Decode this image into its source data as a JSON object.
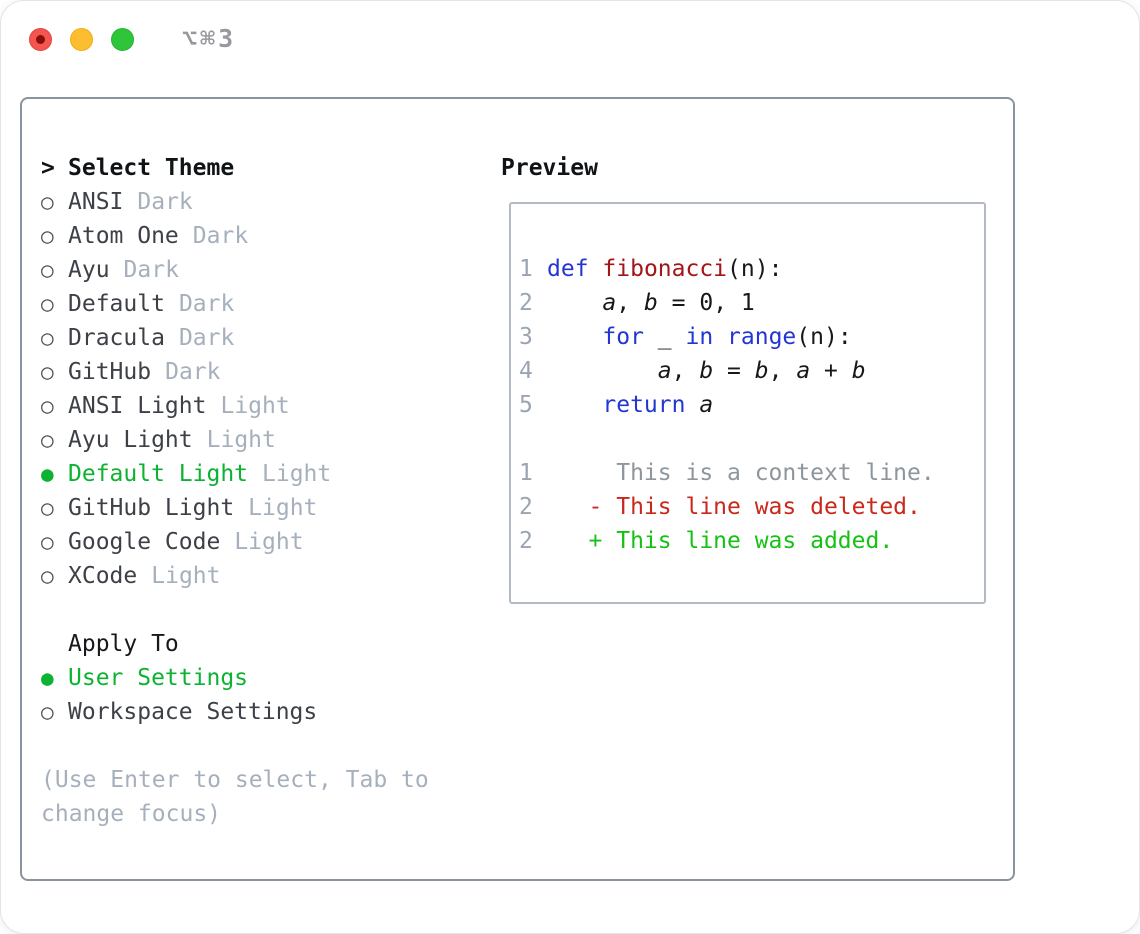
{
  "window": {
    "titlebar": {
      "shortcut": "⌥⌘3",
      "traffic_lights": [
        "close",
        "minimize",
        "zoom"
      ]
    }
  },
  "colors": {
    "selection_green": "#0db232",
    "added_green": "#15c214",
    "deleted_red": "#c9281a",
    "keyword_blue": "#2336d4",
    "function_red": "#a31517",
    "muted_gray": "#a6b0bc",
    "name_gray": "#3d4147",
    "line_number_gray": "#9aa5b1",
    "context_gray": "#8d959d"
  },
  "theme_picker": {
    "prompt": ">",
    "title": "Select Theme",
    "themes": [
      {
        "name": "ANSI",
        "variant": "Dark",
        "selected": false
      },
      {
        "name": "Atom One",
        "variant": "Dark",
        "selected": false
      },
      {
        "name": "Ayu",
        "variant": "Dark",
        "selected": false
      },
      {
        "name": "Default",
        "variant": "Dark",
        "selected": false
      },
      {
        "name": "Dracula",
        "variant": "Dark",
        "selected": false
      },
      {
        "name": "GitHub",
        "variant": "Dark",
        "selected": false
      },
      {
        "name": "ANSI Light",
        "variant": "Light",
        "selected": false
      },
      {
        "name": "Ayu Light",
        "variant": "Light",
        "selected": false
      },
      {
        "name": "Default Light",
        "variant": "Light",
        "selected": true
      },
      {
        "name": "GitHub Light",
        "variant": "Light",
        "selected": false
      },
      {
        "name": "Google Code",
        "variant": "Light",
        "selected": false
      },
      {
        "name": "XCode",
        "variant": "Light",
        "selected": false
      }
    ],
    "apply_to": {
      "title": "Apply To",
      "options": [
        {
          "label": "User Settings",
          "selected": true
        },
        {
          "label": "Workspace Settings",
          "selected": false
        }
      ]
    },
    "hint": "(Use Enter to select, Tab to change focus)"
  },
  "preview": {
    "title": "Preview",
    "lines": [
      {
        "no": "1",
        "kind": "code",
        "tokens": [
          [
            "kw",
            "def"
          ],
          [
            "pl",
            " "
          ],
          [
            "fn",
            "fibonacci"
          ],
          [
            "pl",
            "(n):"
          ]
        ]
      },
      {
        "no": "2",
        "kind": "code",
        "tokens": [
          [
            "pl",
            "    "
          ],
          [
            "var",
            "a"
          ],
          [
            "pl",
            ", "
          ],
          [
            "var",
            "b"
          ],
          [
            "pl",
            " = 0, 1"
          ]
        ]
      },
      {
        "no": "3",
        "kind": "code",
        "tokens": [
          [
            "pl",
            "    "
          ],
          [
            "kw",
            "for"
          ],
          [
            "pl",
            " _ "
          ],
          [
            "kw",
            "in"
          ],
          [
            "pl",
            " "
          ],
          [
            "kw",
            "range"
          ],
          [
            "pl",
            "(n):"
          ]
        ]
      },
      {
        "no": "4",
        "kind": "code",
        "tokens": [
          [
            "pl",
            "        "
          ],
          [
            "var",
            "a"
          ],
          [
            "pl",
            ", "
          ],
          [
            "var",
            "b"
          ],
          [
            "pl",
            " = "
          ],
          [
            "var",
            "b"
          ],
          [
            "pl",
            ", "
          ],
          [
            "var",
            "a"
          ],
          [
            "pl",
            " + "
          ],
          [
            "var",
            "b"
          ]
        ]
      },
      {
        "no": "5",
        "kind": "code",
        "tokens": [
          [
            "pl",
            "    "
          ],
          [
            "kw",
            "return"
          ],
          [
            "pl",
            " "
          ],
          [
            "var",
            "a"
          ]
        ]
      },
      {
        "no": "",
        "kind": "blank",
        "tokens": []
      },
      {
        "no": "1",
        "kind": "diff-context",
        "tokens": [
          [
            "ctx",
            "     This is a context line."
          ]
        ]
      },
      {
        "no": "2",
        "kind": "diff-deleted",
        "tokens": [
          [
            "del",
            "   - This line was deleted."
          ]
        ]
      },
      {
        "no": "2",
        "kind": "diff-added",
        "tokens": [
          [
            "add",
            "   + This line was added."
          ]
        ]
      }
    ]
  }
}
